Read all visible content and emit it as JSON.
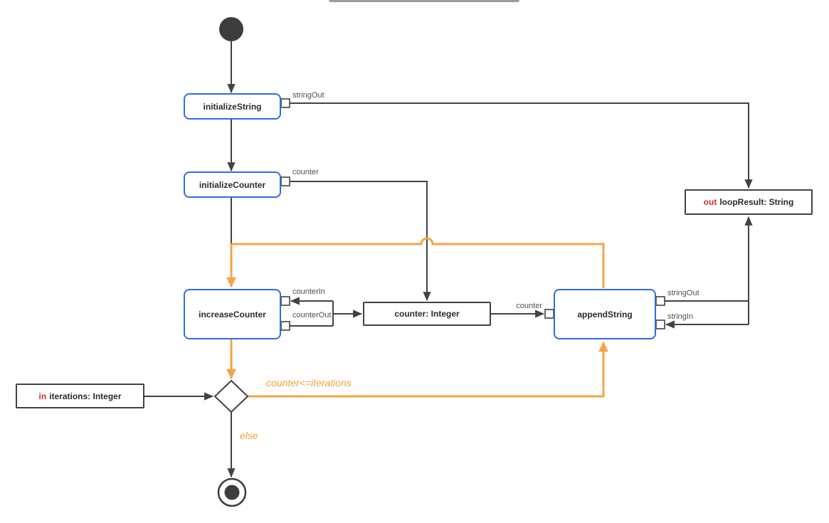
{
  "diagram": {
    "nodes": {
      "initialize_string": {
        "label": "initializeString"
      },
      "initialize_counter": {
        "label": "initializeCounter"
      },
      "increase_counter": {
        "label": "increaseCounter"
      },
      "append_string": {
        "label": "appendString"
      },
      "counter_variable": {
        "label": "counter: Integer"
      },
      "loop_result": {
        "keyword": "out",
        "label": "loopResult: String"
      },
      "iterations_param": {
        "keyword": "in",
        "label": "iterations: Integer"
      }
    },
    "port_labels": {
      "init_string_out": "stringOut",
      "init_counter_out": "counter",
      "counter_in": "counterIn",
      "counter_out": "counterOut",
      "append_counter": "counter",
      "append_string_out": "stringOut",
      "append_string_in": "stringIn"
    },
    "edge_labels": {
      "loop_condition": "counter<=iterations",
      "else_branch": "else"
    },
    "colors": {
      "edge_dark": "#424242",
      "flow_orange": "#F4A44A",
      "task_border_blue": "#2E6BE4",
      "keyword_red": "#D32B2B",
      "start_final_fill": "#3D3D3D"
    }
  }
}
